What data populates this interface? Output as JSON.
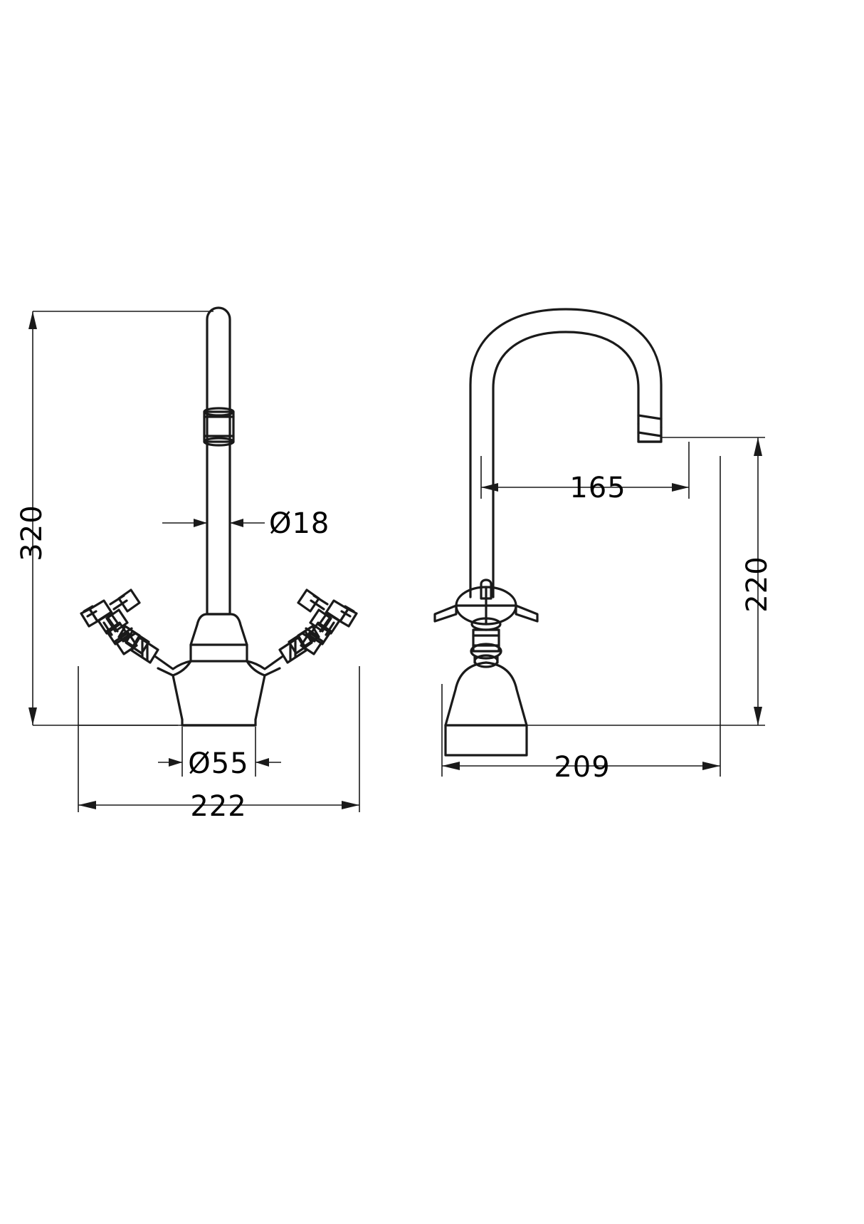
{
  "drawing": {
    "title": "Two-handle mixer tap technical dimension drawing",
    "units": "mm",
    "line_color": "#000000",
    "background_color": "#ffffff",
    "views": [
      {
        "name": "front-elevation",
        "position": "left"
      },
      {
        "name": "side-elevation",
        "position": "right"
      }
    ]
  },
  "dimensions": {
    "overall_height": "320",
    "spout_tube_diameter": "Ø18",
    "base_diameter": "Ø55",
    "overall_width": "222",
    "spout_reach": "165",
    "spout_height": "220",
    "overall_depth": "209"
  },
  "labels": {
    "height_320": "320",
    "dia_18": "Ø18",
    "dia_55": "Ø55",
    "width_222": "222",
    "reach_165": "165",
    "height_220": "220",
    "depth_209": "209"
  }
}
